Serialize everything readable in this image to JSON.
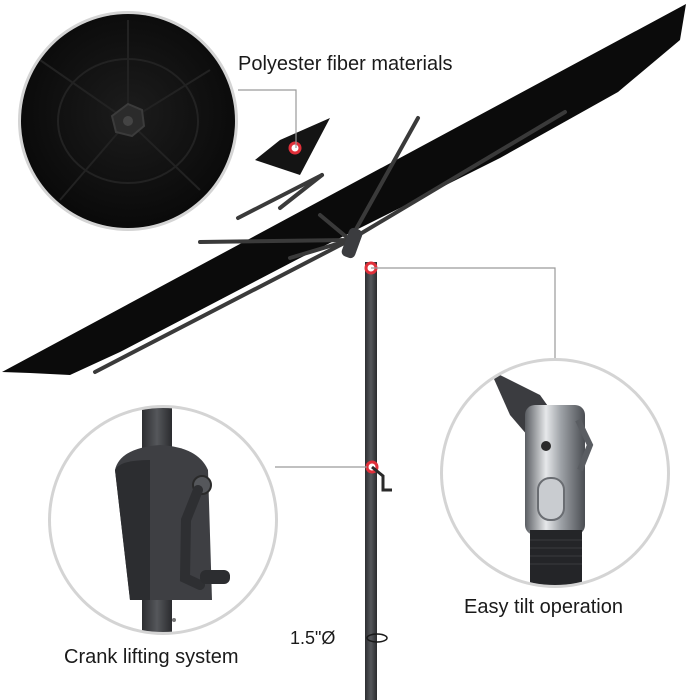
{
  "labels": {
    "polyester": "Polyester fiber materials",
    "crank": "Crank lifting system",
    "tilt": "Easy tilt operation",
    "diameter": "1.5\"Ø"
  },
  "colors": {
    "canopy": "#0b0b0b",
    "rib": "#3a3a3a",
    "pole": "#3c3d40",
    "marker": "#e0303a",
    "callout_ring": "#d4d4d4",
    "leader_line": "#9a9a9a"
  }
}
